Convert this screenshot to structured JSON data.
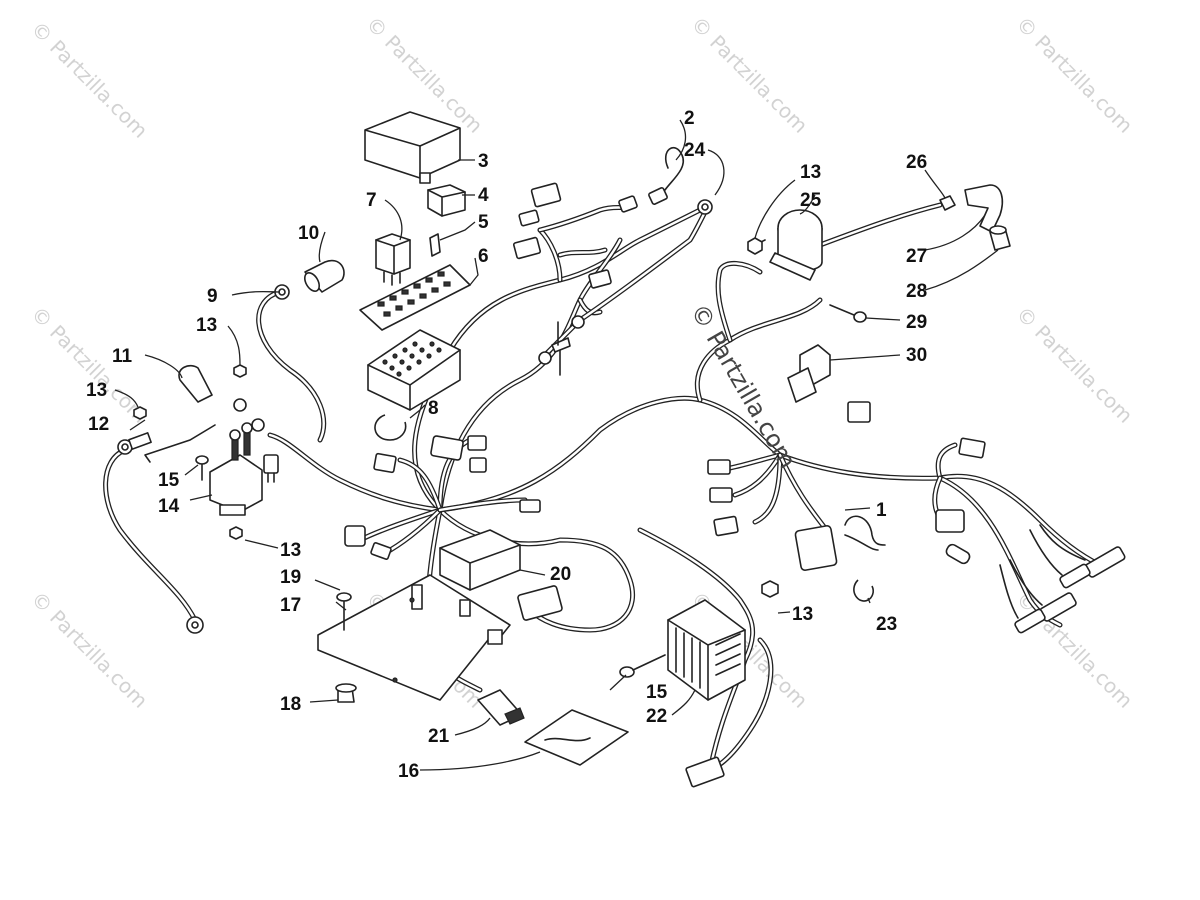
{
  "diagram": {
    "watermark_text": "© Partzilla.com",
    "center_watermark_text": "© Partzilla.com",
    "callouts": [
      {
        "id": "c1",
        "label": "1"
      },
      {
        "id": "c2",
        "label": "2"
      },
      {
        "id": "c3",
        "label": "3"
      },
      {
        "id": "c4",
        "label": "4"
      },
      {
        "id": "c5",
        "label": "5"
      },
      {
        "id": "c6",
        "label": "6"
      },
      {
        "id": "c7",
        "label": "7"
      },
      {
        "id": "c8",
        "label": "8"
      },
      {
        "id": "c9",
        "label": "9"
      },
      {
        "id": "c10",
        "label": "10"
      },
      {
        "id": "c11",
        "label": "11"
      },
      {
        "id": "c12",
        "label": "12"
      },
      {
        "id": "c13a",
        "label": "13"
      },
      {
        "id": "c13b",
        "label": "13"
      },
      {
        "id": "c13c",
        "label": "13"
      },
      {
        "id": "c13d",
        "label": "13"
      },
      {
        "id": "c13e",
        "label": "13"
      },
      {
        "id": "c14",
        "label": "14"
      },
      {
        "id": "c15a",
        "label": "15"
      },
      {
        "id": "c15b",
        "label": "15"
      },
      {
        "id": "c16",
        "label": "16"
      },
      {
        "id": "c17",
        "label": "17"
      },
      {
        "id": "c18",
        "label": "18"
      },
      {
        "id": "c19",
        "label": "19"
      },
      {
        "id": "c20",
        "label": "20"
      },
      {
        "id": "c21",
        "label": "21"
      },
      {
        "id": "c22",
        "label": "22"
      },
      {
        "id": "c23",
        "label": "23"
      },
      {
        "id": "c24",
        "label": "24"
      },
      {
        "id": "c25",
        "label": "25"
      },
      {
        "id": "c26",
        "label": "26"
      },
      {
        "id": "c27",
        "label": "27"
      },
      {
        "id": "c28",
        "label": "28"
      },
      {
        "id": "c29",
        "label": "29"
      },
      {
        "id": "c30",
        "label": "30"
      }
    ]
  }
}
